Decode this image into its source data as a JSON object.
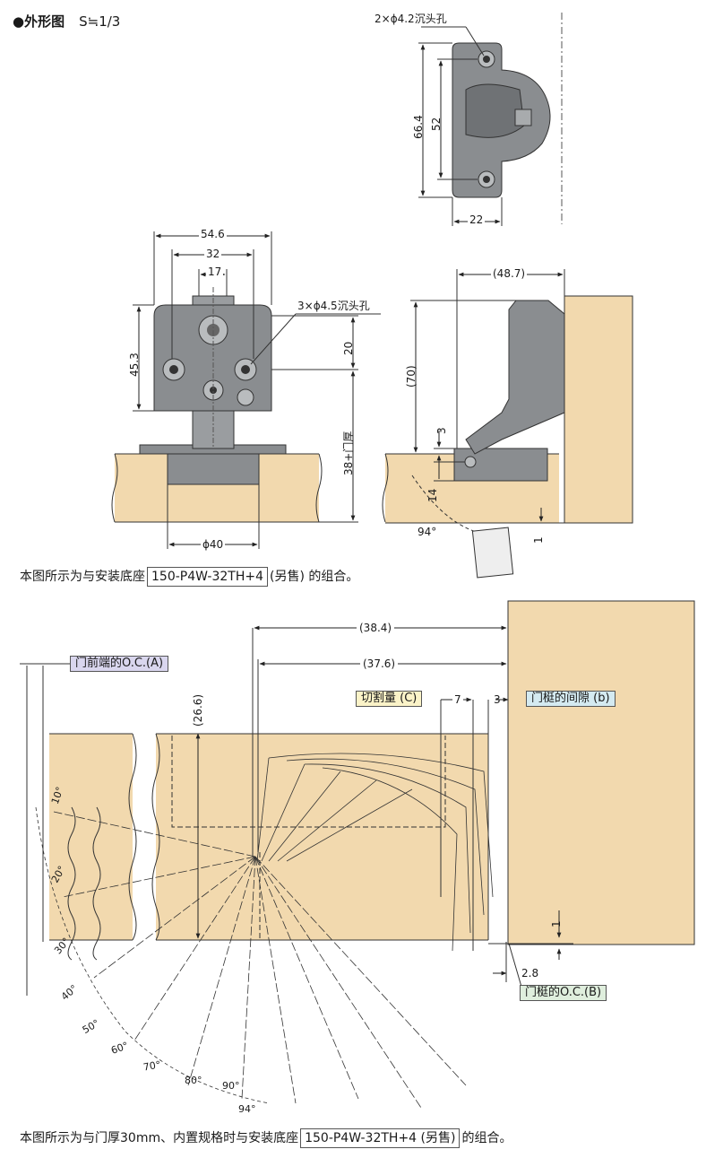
{
  "title": {
    "label": "●外形图",
    "scale": "S≒1/3"
  },
  "top_view": {
    "hole_note": "2×ϕ4.2沉头孔",
    "dim_height": "66.4",
    "dim_pitch": "52",
    "dim_width": "22"
  },
  "front_view": {
    "dim_width": "54.6",
    "dim_32": "32",
    "dim_17": "17",
    "hole_note": "3×ϕ4.5沉头孔",
    "dim_45": "45.3",
    "dim_20": "20",
    "dim_38": "38+门厚",
    "dim_40": "ϕ40"
  },
  "side_view": {
    "dim_width": "(48.7)",
    "dim_70": "(70)",
    "dim_3": "3",
    "dim_14": "14",
    "dim_1": "1",
    "angle": "94°"
  },
  "note1": {
    "prefix": "本图所示为与安装底座",
    "part": "150-P4W-32TH+4",
    "suffix": "(另售) 的组合。"
  },
  "section": {
    "dim_384": "(38.4)",
    "dim_376": "(37.6)",
    "dim_266": "(26.6)",
    "label_a": "门前端的O.C.(A)",
    "label_c": "切割量 (C)",
    "dim_7": "7",
    "dim_3": "3",
    "label_b": "门梃的间隙 (b)",
    "dim_1": "1",
    "dim_28": "2.8",
    "label_bb": "门梃的O.C.(B)",
    "angles": [
      "10°",
      "20°",
      "30°",
      "40°",
      "50°",
      "60°",
      "70°",
      "80°",
      "90°",
      "94°"
    ]
  },
  "note2": {
    "prefix": "本图所示为与门厚30mm、内置规格时与安装底座",
    "part": "150-P4W-32TH+4 (另售)",
    "suffix": "的组合。"
  }
}
